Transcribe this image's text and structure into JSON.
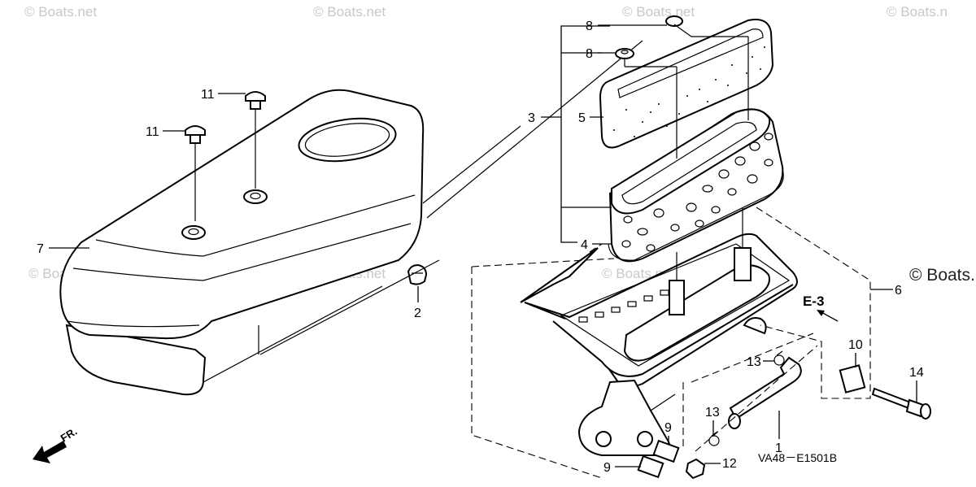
{
  "watermarks": [
    "© Boats.net",
    "© Boats.net",
    "© Boats.net",
    "© Boats.n",
    "© Boats.net",
    "© Boats.net",
    "© Boats.net",
    "© Boats.n"
  ],
  "reference": "E-3",
  "diagram_code": "VA48－E1501B",
  "direction_label": "FR.",
  "callouts": {
    "c1": "1",
    "c2": "2",
    "c3": "3",
    "c4": "4",
    "c5": "5",
    "c6": "6",
    "c7": "7",
    "c8a": "8",
    "c8b": "8",
    "c9a": "9",
    "c9b": "9",
    "c10": "10",
    "c11a": "11",
    "c11b": "11",
    "c12": "12",
    "c13a": "13",
    "c13b": "13",
    "c14": "14"
  },
  "colors": {
    "line": "#000000",
    "watermark": "#c8c8c8",
    "background": "#ffffff"
  }
}
